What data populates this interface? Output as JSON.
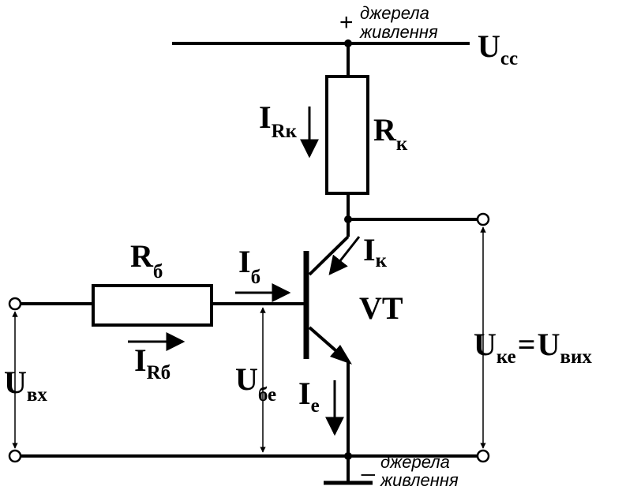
{
  "power_positive": {
    "sign": "+",
    "line1": "джерела",
    "line2": "живлення"
  },
  "power_negative": {
    "sign": "_",
    "line1": "джерела",
    "line2": "живлення"
  },
  "labels": {
    "ucc": {
      "main": "U",
      "sub": "cc"
    },
    "rk": {
      "main": "R",
      "sub": "к"
    },
    "irk": {
      "main": "I",
      "sub": "Rк"
    },
    "rb": {
      "main": "R",
      "sub": "б"
    },
    "ib": {
      "main": "I",
      "sub": "б"
    },
    "irb": {
      "main": "I",
      "sub": "Rб"
    },
    "ik": {
      "main": "I",
      "sub": "к"
    },
    "vt": "VT",
    "uvx": {
      "main": "U",
      "sub": "вх"
    },
    "ube": {
      "main": "U",
      "sub": "бе"
    },
    "ie": {
      "main": "I",
      "sub": "е"
    },
    "uke": {
      "main": "U",
      "sub": "ке"
    },
    "equals": "=",
    "uvyx": {
      "main": "U",
      "sub": "вих"
    }
  },
  "colors": {
    "ink": "#000000",
    "background": "#ffffff"
  }
}
